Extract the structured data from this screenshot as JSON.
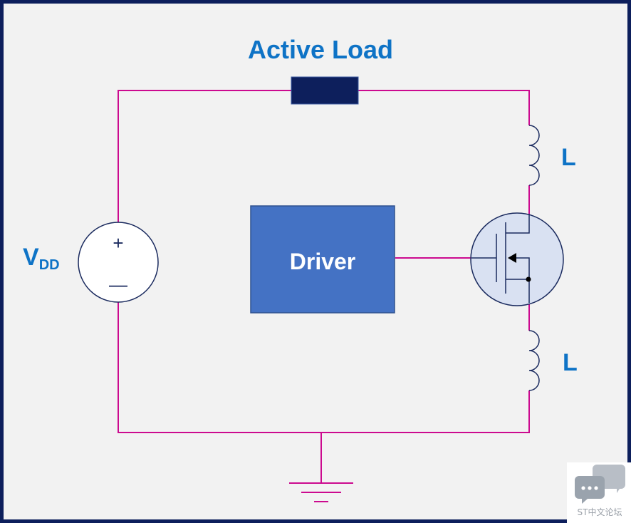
{
  "title": "Active Load",
  "source": {
    "label_main": "V",
    "label_sub": "DD",
    "plus": "+",
    "minus": "—"
  },
  "driver": {
    "label": "Driver"
  },
  "inductor_top": {
    "label": "L"
  },
  "inductor_bottom": {
    "label": "L"
  },
  "watermark": {
    "text": "ST中文论坛"
  },
  "colors": {
    "wire": "#cc0a8f",
    "accent_text": "#0e73c6",
    "frame_border": "#0d1f5c",
    "background": "#f2f2f2",
    "driver_fill": "#4472c4",
    "load_fill": "#0d1f5c",
    "mosfet_fill": "#d9e1f2"
  }
}
